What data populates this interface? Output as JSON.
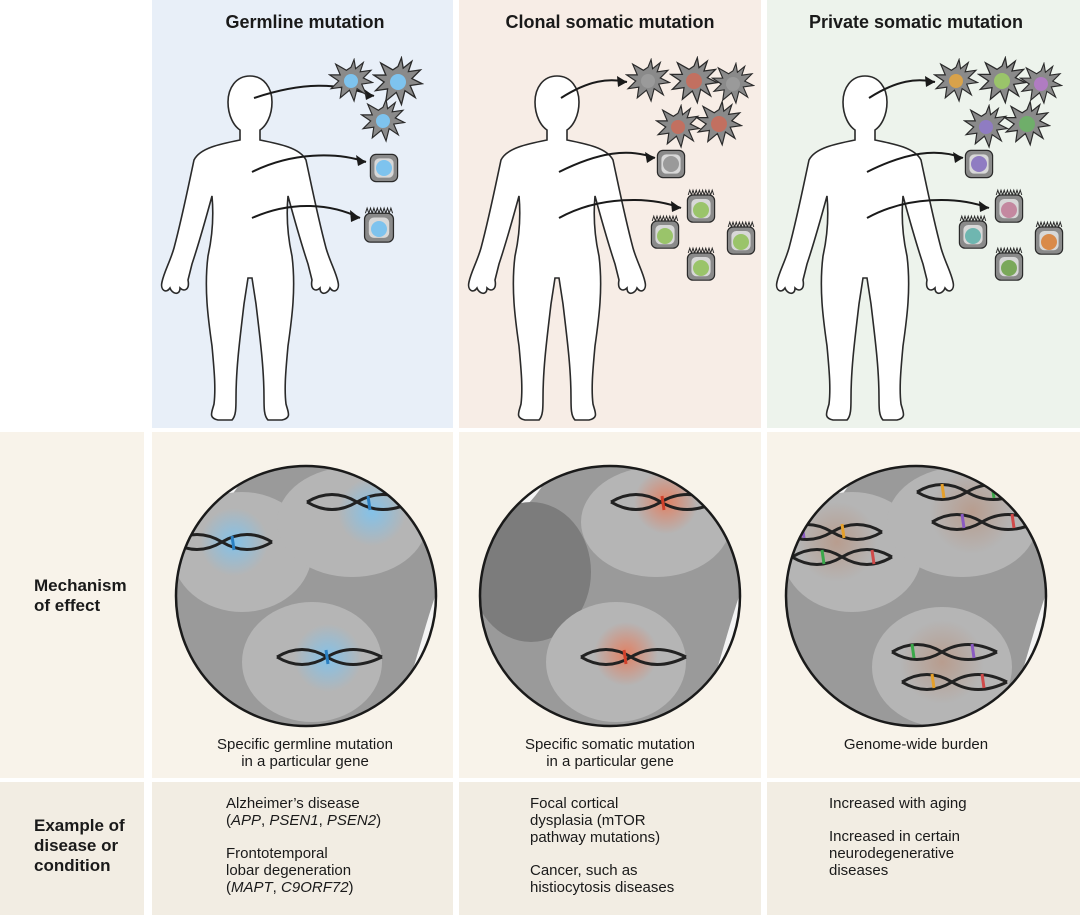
{
  "columns": [
    {
      "title": "Germline mutation",
      "caption_line1": "Specific germline mutation",
      "caption_line2": "in a particular gene",
      "examples": [
        {
          "line1": "Alzheimer’s disease",
          "line2_parts": [
            "(",
            "APP",
            ", ",
            "PSEN1",
            ", ",
            "PSEN2",
            ")"
          ]
        },
        {
          "line1": "Frontotemporal",
          "line2": "lobar degeneration",
          "line3_parts": [
            "(",
            "MAPT",
            ", ",
            "C9ORF72",
            ")"
          ]
        }
      ],
      "color": "#6fb6e6"
    },
    {
      "title": "Clonal somatic mutation",
      "caption_line1": "Specific somatic mutation",
      "caption_line2": "in a particular gene",
      "examples": [
        {
          "line1": "Focal cortical",
          "line2": "dysplasia (mTOR",
          "line3": "pathway mutations)"
        },
        {
          "line1": "Cancer, such as",
          "line2": "histiocytosis diseases"
        }
      ],
      "color": "#e57c5c"
    },
    {
      "title": "Private somatic mutation",
      "caption_line1": "Genome-wide burden",
      "examples": [
        {
          "line1": "Increased with aging"
        },
        {
          "line1": "Increased in certain",
          "line2": "neurodegenerative",
          "line3": "diseases"
        }
      ],
      "color": "#8fbf5a"
    }
  ],
  "rows": {
    "mechanism_line1": "Mechanism",
    "mechanism_line2": "of effect",
    "example_line1": "Example of",
    "example_line2": "disease or",
    "example_line3": "condition"
  },
  "colors": {
    "germline_bg": "#e8eff8",
    "clonal_bg": "#f7ede6",
    "private_bg": "#edf3ec",
    "cell_gray": "#8a8a8a",
    "green_nucleus": "#9ac46a",
    "blue_nucleus": "#7ec3ee",
    "red_nucleus": "#d9705a"
  }
}
